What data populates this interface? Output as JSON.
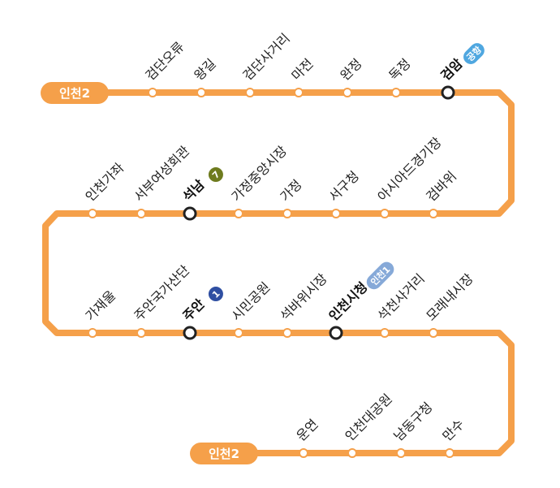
{
  "line": {
    "name": "인천2",
    "color": "#F5A04A"
  },
  "terminals": {
    "start_label": "인천2",
    "end_label": "인천2"
  },
  "stations": [
    {
      "name": "검단오류"
    },
    {
      "name": "왕길"
    },
    {
      "name": "검단사거리"
    },
    {
      "name": "마전"
    },
    {
      "name": "완정"
    },
    {
      "name": "독정"
    },
    {
      "name": "검암",
      "transfer": {
        "label": "공항",
        "color": "#4FA7E0"
      }
    },
    {
      "name": "검바위"
    },
    {
      "name": "아시아드경기장"
    },
    {
      "name": "서구청"
    },
    {
      "name": "가정"
    },
    {
      "name": "가정중앙시장"
    },
    {
      "name": "석남",
      "transfer": {
        "label": "7",
        "color": "#6E7B1E"
      }
    },
    {
      "name": "서부여성회관"
    },
    {
      "name": "인천가좌"
    },
    {
      "name": "가재울"
    },
    {
      "name": "주안국가산단"
    },
    {
      "name": "주안",
      "transfer": {
        "label": "1",
        "color": "#2F4FA2"
      }
    },
    {
      "name": "시민공원"
    },
    {
      "name": "석바위시장"
    },
    {
      "name": "인천시청",
      "transfer": {
        "label": "인천1",
        "color": "#86A9D8"
      }
    },
    {
      "name": "석천사거리"
    },
    {
      "name": "모래내시장"
    },
    {
      "name": "만수"
    },
    {
      "name": "남동구청"
    },
    {
      "name": "인천대공원"
    },
    {
      "name": "운연"
    }
  ]
}
